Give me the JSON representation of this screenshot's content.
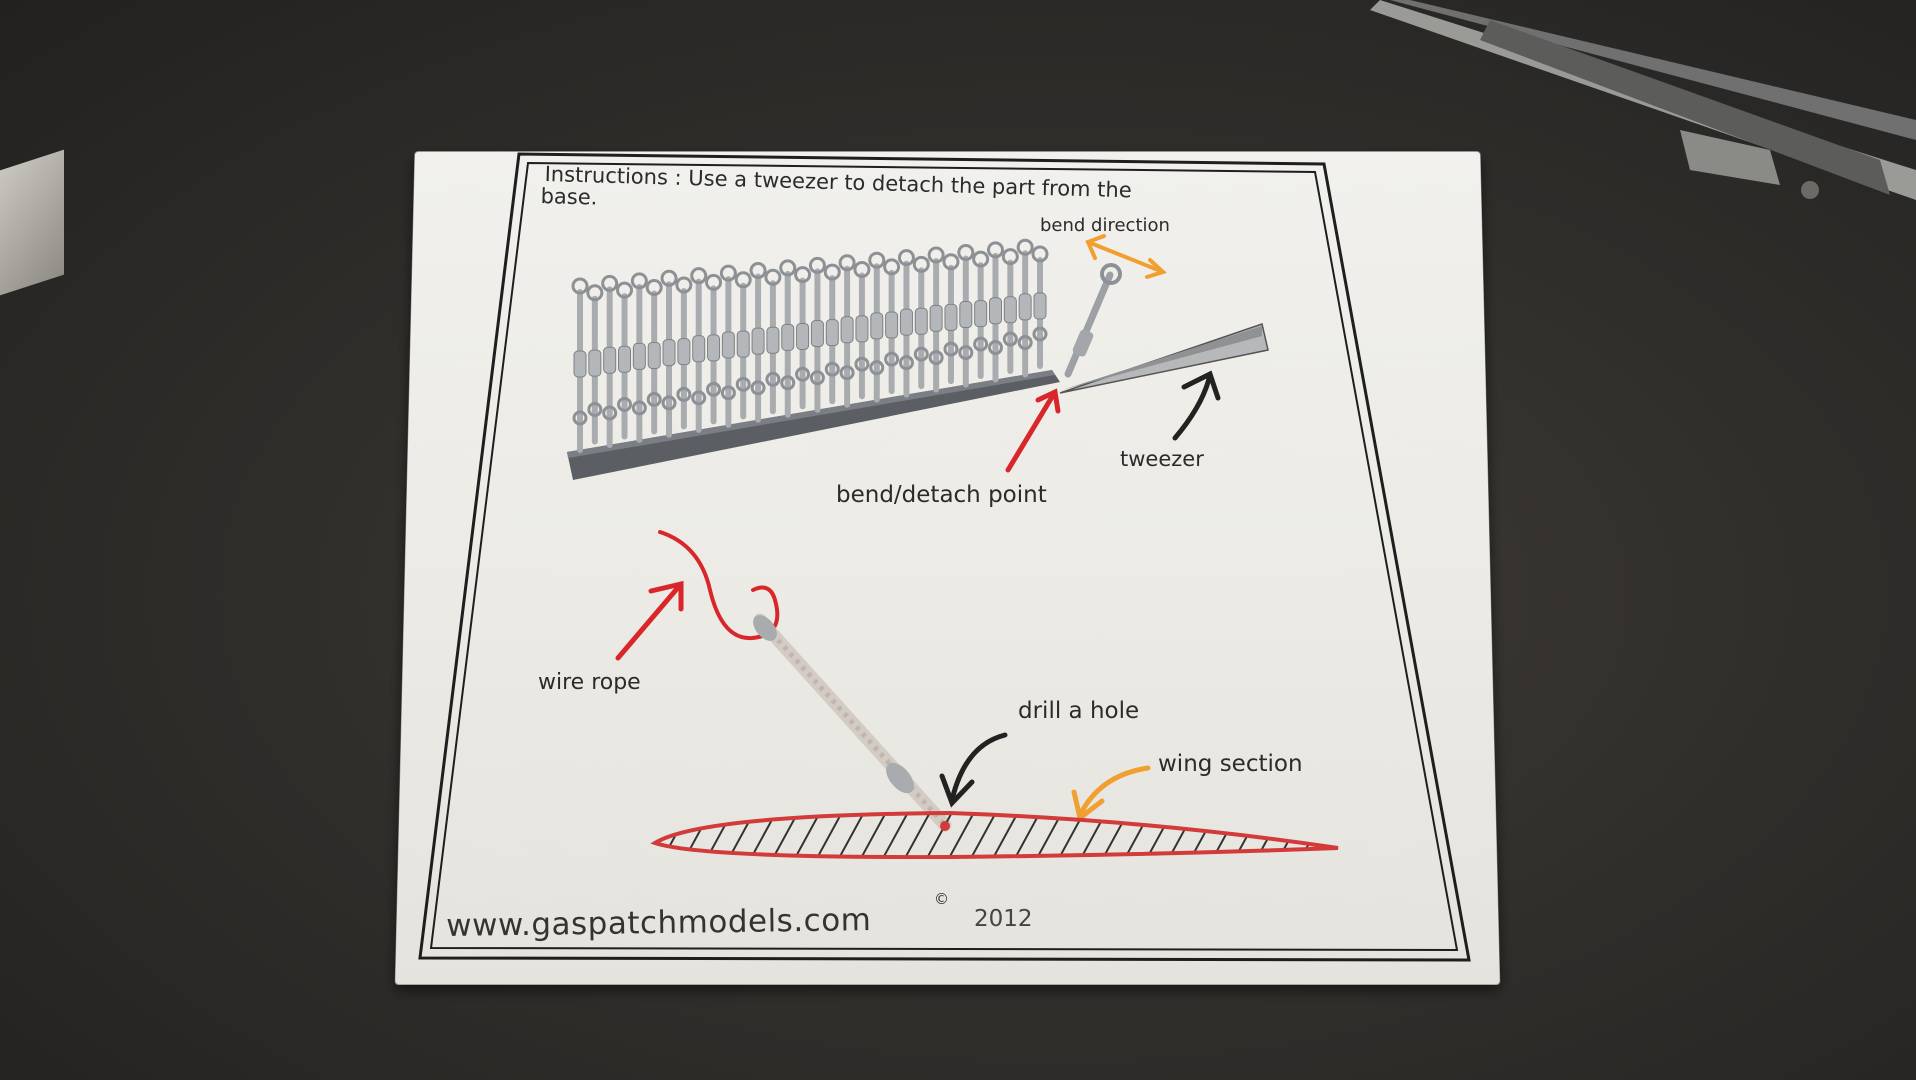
{
  "instructions": {
    "line1": "Instructions : Use a tweezer to detach the part from the",
    "line2": "base."
  },
  "labels": {
    "bend_direction": "bend direction",
    "tweezer": "tweezer",
    "bend_detach_point": "bend/detach point",
    "wire_rope": "wire rope",
    "drill_a_hole": "drill a hole",
    "wing_section": "wing section"
  },
  "footer": {
    "url": "www.gaspatchmodels.com",
    "copyright": "©",
    "year": "2012"
  },
  "colors": {
    "table": "#2f2d2a",
    "paper": "#eeede8",
    "frame": "#1e1e1e",
    "arrow_red": "#d9262b",
    "arrow_orange": "#f0a030",
    "arrow_black": "#222222",
    "part_gray": "#a9acaf",
    "wing_outline": "#d33a3a"
  },
  "icons": {
    "bend_arrow": "double-headed-arrow-icon",
    "pointer_arrow": "curved-arrow-icon"
  },
  "turnbuckle_count": 32
}
